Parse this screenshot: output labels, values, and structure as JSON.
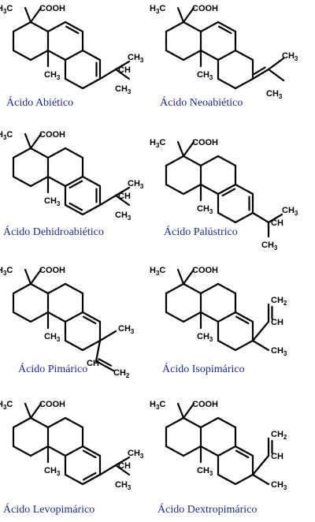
{
  "structures": [
    {
      "id": "abietico",
      "caption": "Ácido Abiético",
      "ring_c": "abietic",
      "substituent": "isopropyl-right"
    },
    {
      "id": "neoabietico",
      "caption": "Ácido Neoabiético",
      "ring_c": "neo",
      "substituent": "isopropylidene"
    },
    {
      "id": "dehidroabietico",
      "caption": "Ácido Dehidroabiético",
      "ring_c": "aromatic",
      "substituent": "isopropyl-right"
    },
    {
      "id": "palustrico",
      "caption": "Ácido Palústrico",
      "ring_c": "palustric",
      "substituent": "isopropyl-down"
    },
    {
      "id": "pimarico",
      "caption": "Ácido Pimárico",
      "ring_c": "pimaric",
      "substituent": "methyl-vinyl-down"
    },
    {
      "id": "isopimarico",
      "caption": "Ácido Isopimárico",
      "ring_c": "pimaric",
      "substituent": "methyl-vinyl-up"
    },
    {
      "id": "levopimarico",
      "caption": "Ácido Levopimárico",
      "ring_c": "levopimaric",
      "substituent": "isopropyl-right"
    },
    {
      "id": "dextropimarico",
      "caption": "Ácido Dextropimárico",
      "ring_c": "pimaric",
      "substituent": "methyl-vinyl-up"
    }
  ],
  "labels": {
    "h3c": "H",
    "three": "3",
    "c": "C",
    "cooh": "COOH",
    "ch3_c": "CH",
    "ch3_3": "3",
    "ch": "CH",
    "ch2": "CH",
    "two": "2"
  }
}
